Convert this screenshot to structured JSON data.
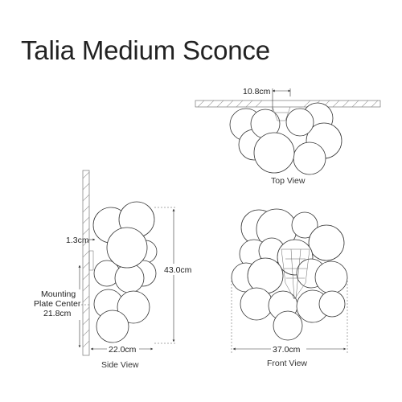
{
  "title": "Talia Medium Sconce",
  "views": {
    "top": {
      "label": "Top View",
      "depth_dim": "10.8cm"
    },
    "side": {
      "label": "Side View",
      "projection_dim": "1.3cm",
      "height_dim": "43.0cm",
      "width_dim": "22.0cm",
      "mounting_line1": "Mounting",
      "mounting_line2": "Plate Center",
      "mounting_value": "21.8cm"
    },
    "front": {
      "label": "Front View",
      "width_dim": "37.0cm"
    }
  }
}
